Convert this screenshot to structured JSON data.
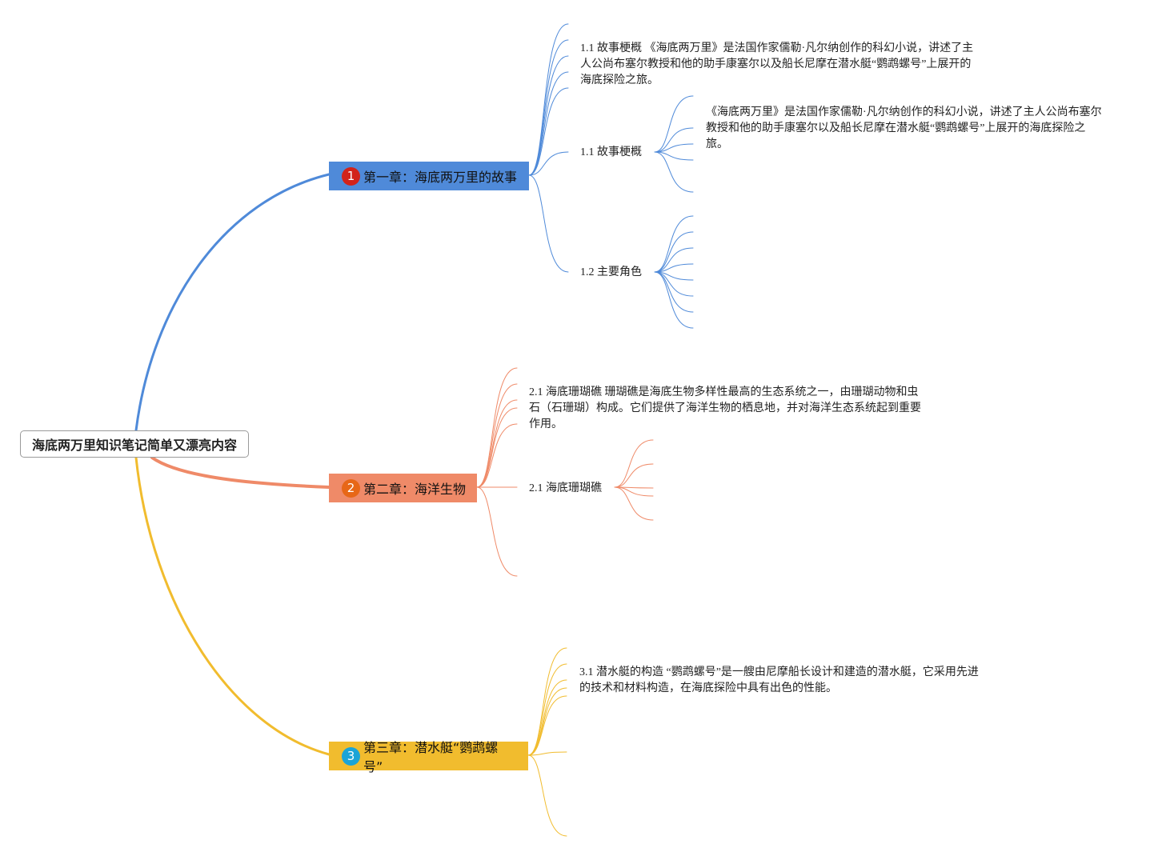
{
  "root": {
    "title": "海底两万里知识笔记简单又漂亮内容"
  },
  "colors": {
    "ch1": "#4f8ad9",
    "ch2": "#ef8a68",
    "ch3": "#f1bc2e",
    "badge1": "#d2231a",
    "badge2": "#e76717",
    "badge3": "#1ba4d6"
  },
  "chapters": [
    {
      "number": "1",
      "title": "第一章：海底两万里的故事",
      "topics": [
        {
          "text": "1.1 故事梗概 《海底两万里》是法国作家儒勒·凡尔纳创作的科幻小说，讲述了主人公尚布塞尔教授和他的助手康塞尔以及船长尼摩在潜水艇“鹦鹉螺号”上展开的海底探险之旅。"
        },
        {
          "label": "1.1 故事梗概",
          "detail": "《海底两万里》是法国作家儒勒·凡尔纳创作的科幻小说，讲述了主人公尚布塞尔教授和他的助手康塞尔以及船长尼摩在潜水艇“鹦鹉螺号”上展开的海底探险之旅。"
        },
        {
          "label": "1.2 主要角色"
        }
      ]
    },
    {
      "number": "2",
      "title": "第二章：海洋生物",
      "topics": [
        {
          "text": "2.1 海底珊瑚礁 珊瑚礁是海底生物多样性最高的生态系统之一，由珊瑚动物和虫石（石珊瑚）构成。它们提供了海洋生物的栖息地，并对海洋生态系统起到重要作用。"
        },
        {
          "label": "2.1 海底珊瑚礁"
        }
      ]
    },
    {
      "number": "3",
      "title": "第三章：潜水艇“鹦鹉螺号”",
      "topics": [
        {
          "text": "3.1 潜水艇的构造 “鹦鹉螺号”是一艘由尼摩船长设计和建造的潜水艇，它采用先进的技术和材料构造，在海底探险中具有出色的性能。"
        }
      ]
    }
  ]
}
